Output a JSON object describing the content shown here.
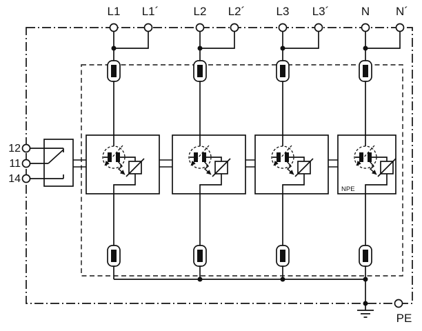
{
  "diagram": {
    "name": "surge-protective-device-circuit-diagram",
    "colors": {
      "line": "#111111",
      "background": "#ffffff"
    },
    "terminals_top": [
      {
        "id": "L1",
        "label": "L1"
      },
      {
        "id": "L1p",
        "label": "L1´"
      },
      {
        "id": "L2",
        "label": "L2"
      },
      {
        "id": "L2p",
        "label": "L2´"
      },
      {
        "id": "L3",
        "label": "L3"
      },
      {
        "id": "L3p",
        "label": "L3´"
      },
      {
        "id": "N",
        "label": "N"
      },
      {
        "id": "Np",
        "label": "N´"
      }
    ],
    "terminals_left": [
      {
        "id": "12",
        "label": "12"
      },
      {
        "id": "11",
        "label": "11"
      },
      {
        "id": "14",
        "label": "14"
      }
    ],
    "pe_label": "PE",
    "npe_label": "NPE"
  }
}
